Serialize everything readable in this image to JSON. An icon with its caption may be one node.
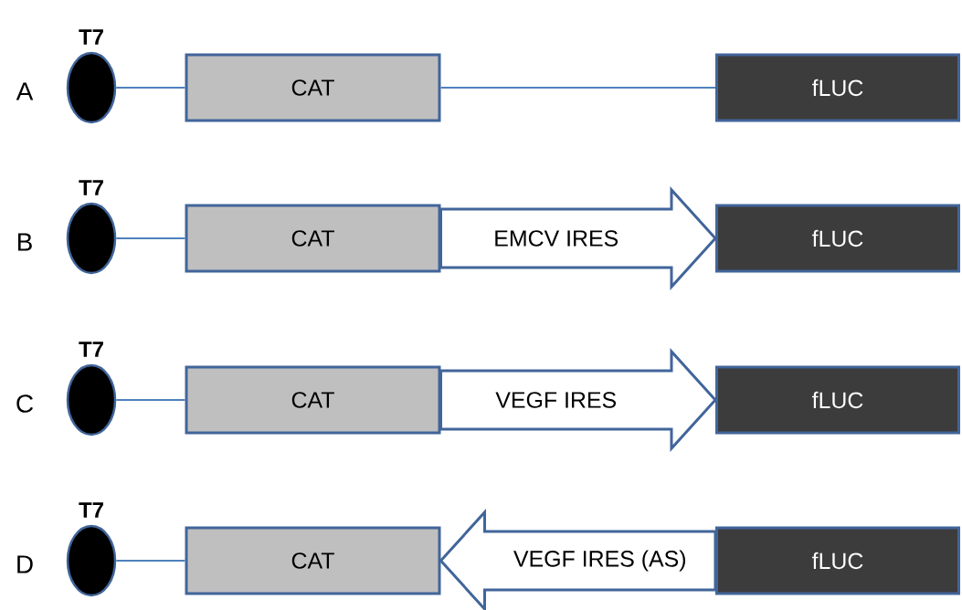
{
  "diagram": {
    "nodes": [
      {
        "text": [
          "T7"
        ]
      },
      {
        "text": [
          "CAT"
        ]
      },
      {
        "text": [
          "fLUC"
        ]
      },
      {
        "text": [
          "T7"
        ]
      },
      {
        "text": [
          "CAT"
        ]
      },
      {
        "text": [
          "fLUC"
        ]
      },
      {
        "text": [
          "T7"
        ]
      },
      {
        "text": [
          "CAT"
        ]
      },
      {
        "text": [
          "fLUC"
        ]
      },
      {
        "text": [
          "T7"
        ]
      },
      {
        "text": [
          "CAT"
        ]
      },
      {
        "text": [
          "fLUC"
        ]
      }
    ],
    "edges": [
      {
        "from": 0,
        "to": 1,
        "arrow": "none"
      },
      {
        "from": 1,
        "to": 2,
        "arrow": "none"
      },
      {
        "from": 3,
        "to": 4,
        "arrow": "none"
      },
      {
        "from": 4,
        "to": 5,
        "arrow": "to",
        "label": "EMCV IRES"
      },
      {
        "from": 6,
        "to": 7,
        "arrow": "none"
      },
      {
        "from": 7,
        "to": 8,
        "arrow": "to",
        "label": "VEGF IRES"
      },
      {
        "from": 9,
        "to": 10,
        "arrow": "none"
      },
      {
        "from": 11,
        "to": 10,
        "arrow": "to",
        "label": "VEGF IRES (AS)"
      }
    ],
    "labels": [
      "A",
      "B",
      "C",
      "D"
    ]
  }
}
